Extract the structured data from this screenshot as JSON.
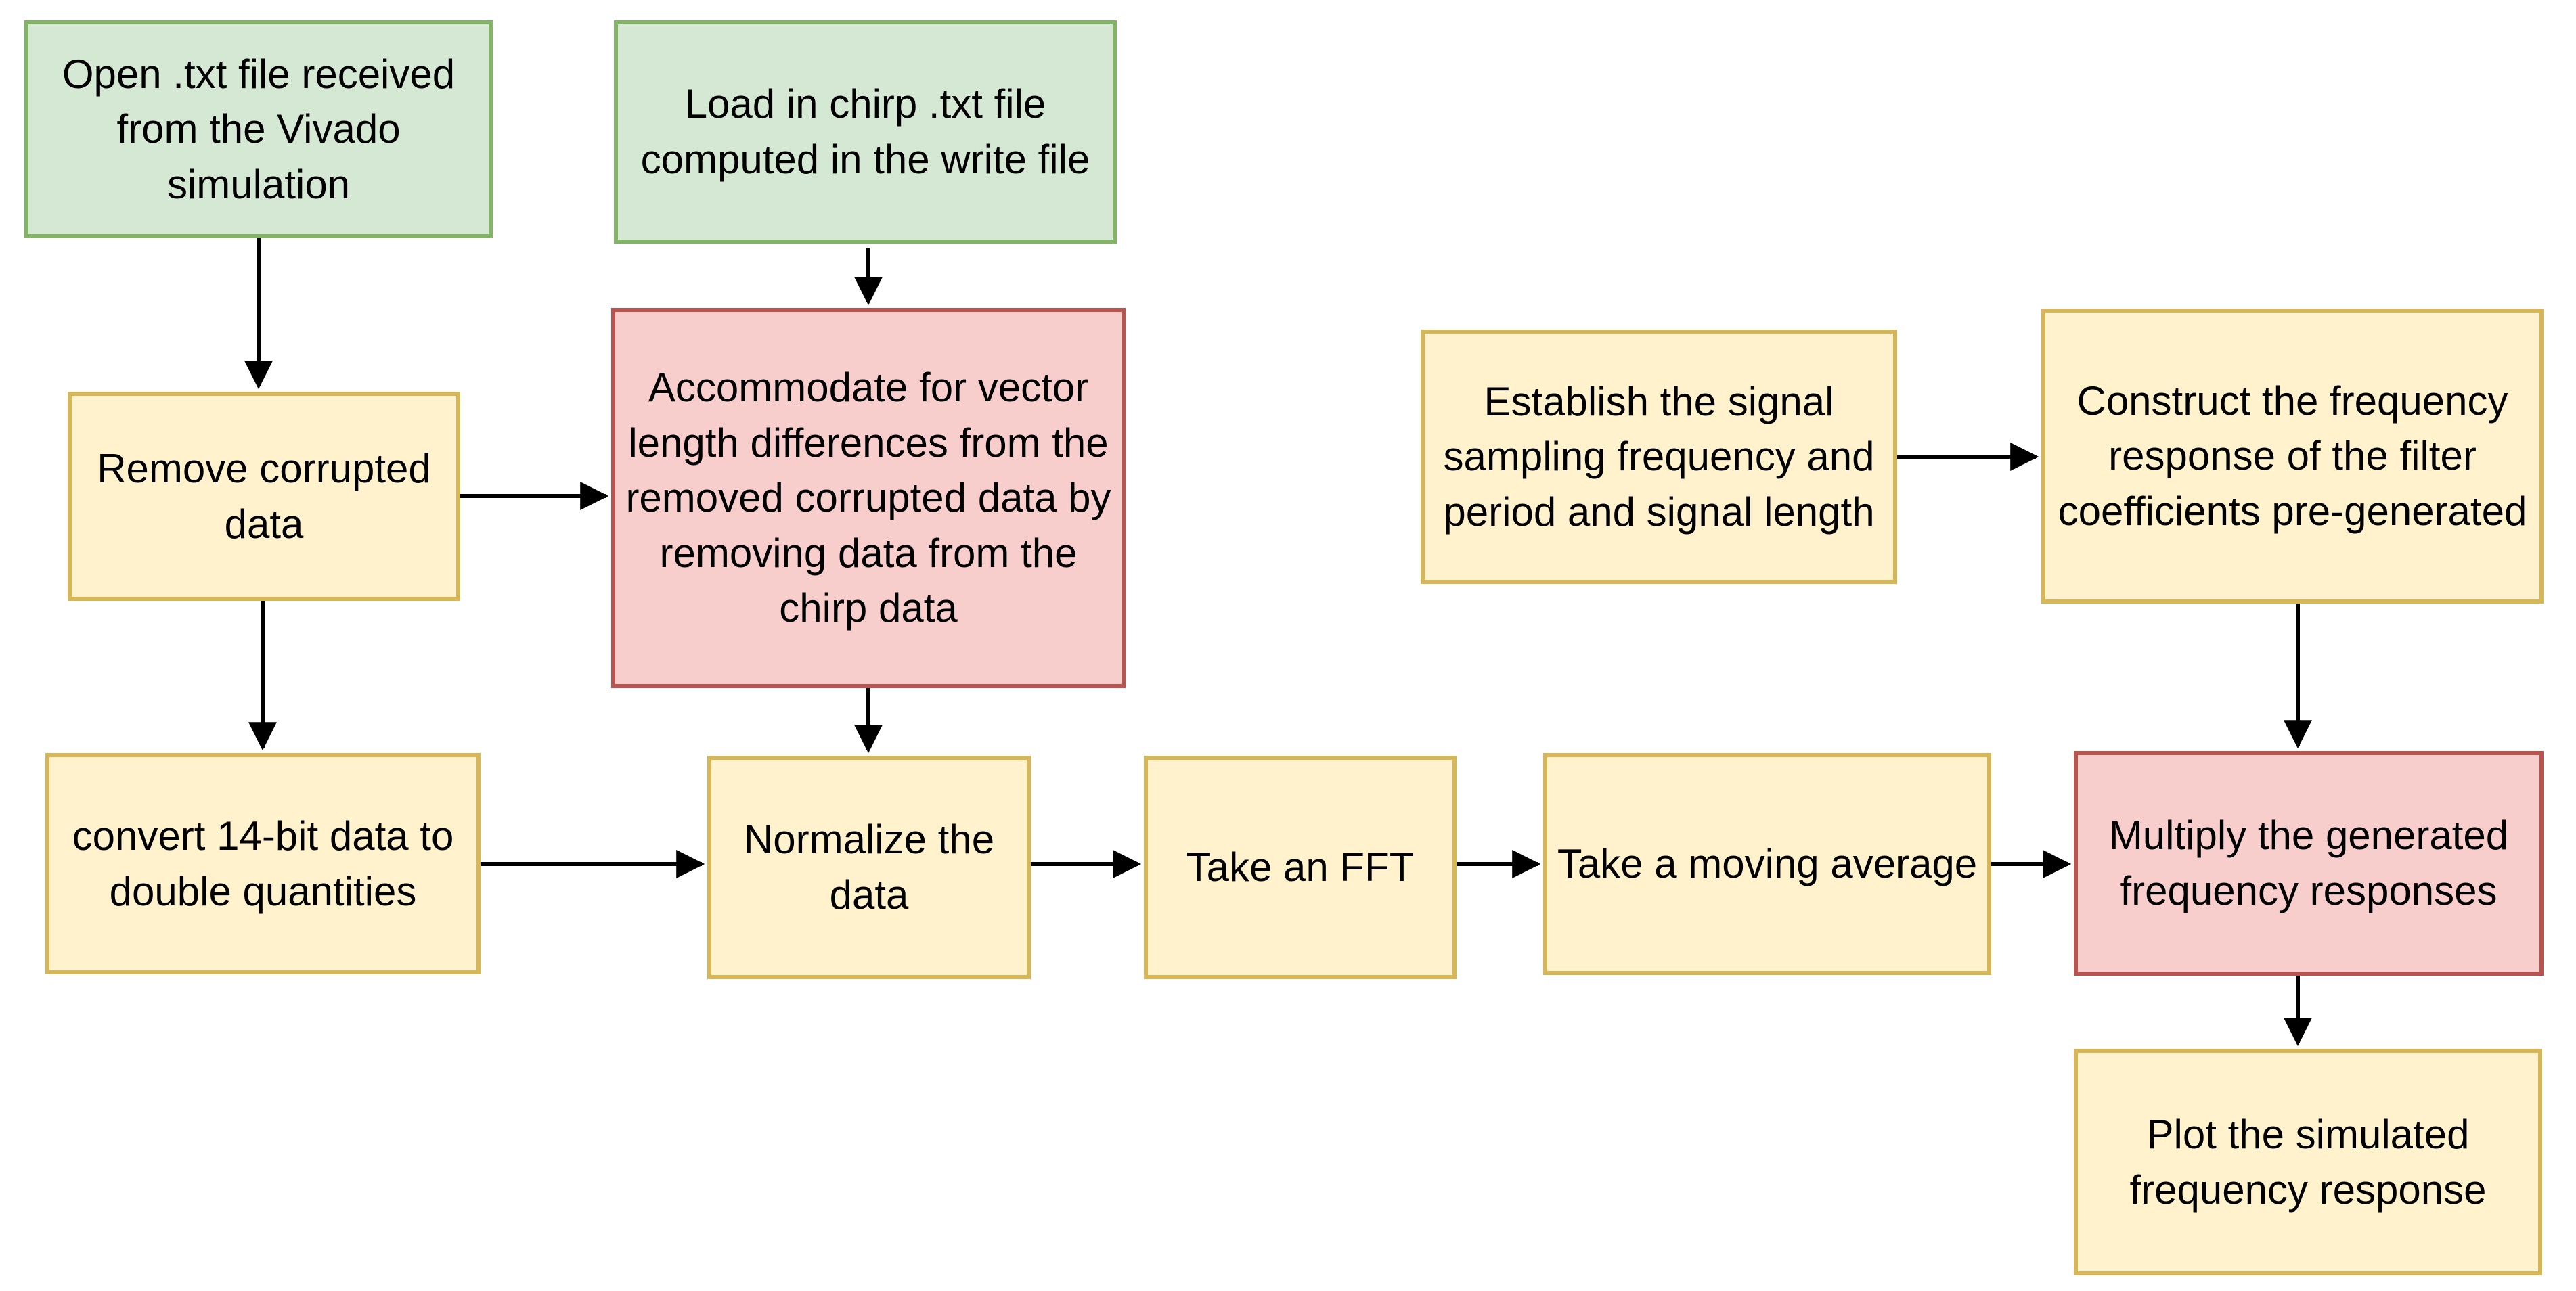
{
  "diagram": {
    "type": "flowchart",
    "background_color": "#ffffff",
    "arrow_color": "#000000",
    "palette": {
      "green_fill": "#d5e8d4",
      "green_stroke": "#82b366",
      "yellow_fill": "#fff2cc",
      "yellow_stroke": "#d6b656",
      "red_fill": "#f8cecc",
      "red_stroke": "#b85450"
    },
    "nodes": [
      {
        "id": "open-txt",
        "label": "Open .txt file received from the Vivado simulation",
        "color": "green"
      },
      {
        "id": "load-chirp",
        "label": "Load in chirp .txt file computed in the write file",
        "color": "green"
      },
      {
        "id": "remove-corrupted",
        "label": "Remove corrupted data",
        "color": "yellow"
      },
      {
        "id": "accommodate",
        "label": "Accommodate for vector length differences from the removed corrupted data by removing data from the chirp data",
        "color": "red"
      },
      {
        "id": "establish",
        "label": "Establish the signal sampling frequency and period and signal length",
        "color": "yellow"
      },
      {
        "id": "construct",
        "label": "Construct the frequency response of the filter coefficients pre-generated",
        "color": "yellow"
      },
      {
        "id": "convert",
        "label": "convert 14-bit data to double quantities",
        "color": "yellow"
      },
      {
        "id": "normalize",
        "label": "Normalize the data",
        "color": "yellow"
      },
      {
        "id": "fft",
        "label": "Take an FFT",
        "color": "yellow"
      },
      {
        "id": "moving-average",
        "label": "Take a moving average",
        "color": "yellow"
      },
      {
        "id": "multiply",
        "label": "Multiply the generated frequency responses",
        "color": "red"
      },
      {
        "id": "plot",
        "label": "Plot the simulated frequency response",
        "color": "yellow"
      }
    ],
    "edges": [
      {
        "from": "open-txt",
        "to": "remove-corrupted"
      },
      {
        "from": "load-chirp",
        "to": "accommodate"
      },
      {
        "from": "remove-corrupted",
        "to": "accommodate"
      },
      {
        "from": "remove-corrupted",
        "to": "convert"
      },
      {
        "from": "accommodate",
        "to": "normalize"
      },
      {
        "from": "convert",
        "to": "normalize"
      },
      {
        "from": "normalize",
        "to": "fft"
      },
      {
        "from": "fft",
        "to": "moving-average"
      },
      {
        "from": "moving-average",
        "to": "multiply"
      },
      {
        "from": "establish",
        "to": "construct"
      },
      {
        "from": "construct",
        "to": "multiply"
      },
      {
        "from": "multiply",
        "to": "plot"
      }
    ]
  }
}
